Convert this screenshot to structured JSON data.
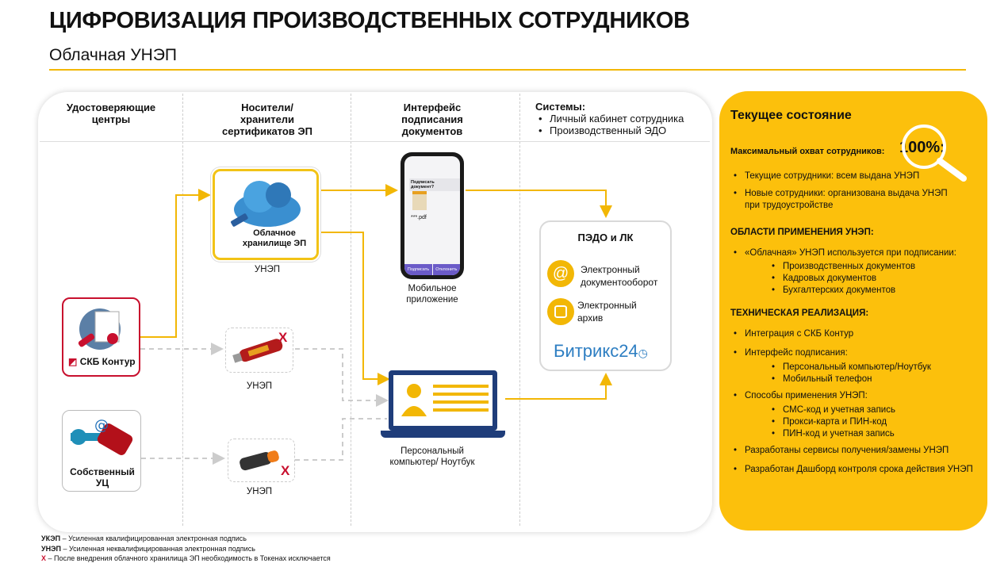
{
  "title": "ЦИФРОВИЗАЦИЯ ПРОИЗВОДСТВЕННЫХ СОТРУДНИКОВ",
  "subtitle": "Облачная УНЭП",
  "columns": {
    "c1": "Удостоверяющие центры",
    "c2": "Носители/ хранители сертификатов ЭП",
    "c3": "Интерфейс подписания документов",
    "c4_title": "Системы:",
    "c4_items": [
      "Личный кабинет сотрудника",
      "Производственный ЭДО"
    ]
  },
  "nodes": {
    "cloud": "Облачное хранилище ЭП",
    "cloud_cap": "УНЭП",
    "token1_cap": "УНЭП",
    "token2_cap": "УНЭП",
    "x_mark": "X",
    "skb": "СКБ Контур",
    "own_uc": "Собственный УЦ",
    "phone_cap": "Мобильное приложение",
    "phone_q": "Подписать документ?",
    "phone_file": "***.pdf",
    "phone_sign": "Подписать",
    "phone_reject": "Отклонить",
    "pc_cap": "Персональный компьютер/ Ноутбук",
    "pedo_title": "ПЭДО и ЛК",
    "edo": "Электронный документооборот",
    "archive": "Электронный архив",
    "bitrix": "Битрикс24"
  },
  "side": {
    "title": "Текущее состояние",
    "coverage_label": "Максимальный охват сотрудников:",
    "coverage_value": "100%:",
    "b1": "Текущие сотрудники: всем выдана УНЭП",
    "b2": "Новые сотрудники: организована выдача УНЭП при трудоустройстве",
    "s2": "ОБЛАСТИ ПРИМЕНЕНИЯ УНЭП:",
    "b3": "«Облачная» УНЭП используется при подписании:",
    "b3s": [
      "Производственных документов",
      "Кадровых документов",
      "Бухгалтерских документов"
    ],
    "s3": "ТЕХНИЧЕСКАЯ РЕАЛИЗАЦИЯ:",
    "b4": "Интеграция с СКБ Контур",
    "b5": "Интерфейс подписания:",
    "b5s": [
      "Персональный компьютер/Ноутбук",
      "Мобильный телефон"
    ],
    "b6": "Способы применения УНЭП:",
    "b6s": [
      "СМС-код и учетная запись",
      "Прокси-карта и ПИН-код",
      "ПИН-код и учетная запись"
    ],
    "b7": "Разработаны сервисы получения/замены УНЭП",
    "b8": "Разработан Дашборд контроля срока действия УНЭП"
  },
  "footnotes": [
    {
      "term": "УКЭП",
      "text": " – Усиленная квалифицированная электронная подпись"
    },
    {
      "term": "УНЭП",
      "text": " – Усиленная неквалифицированная электронная подпись"
    },
    {
      "term": "X",
      "text": " – После внедрения облачного хранилища ЭП необходимость в Токенах исключается"
    }
  ],
  "colors": {
    "accent": "#fcc00c",
    "red": "#c8102e"
  }
}
